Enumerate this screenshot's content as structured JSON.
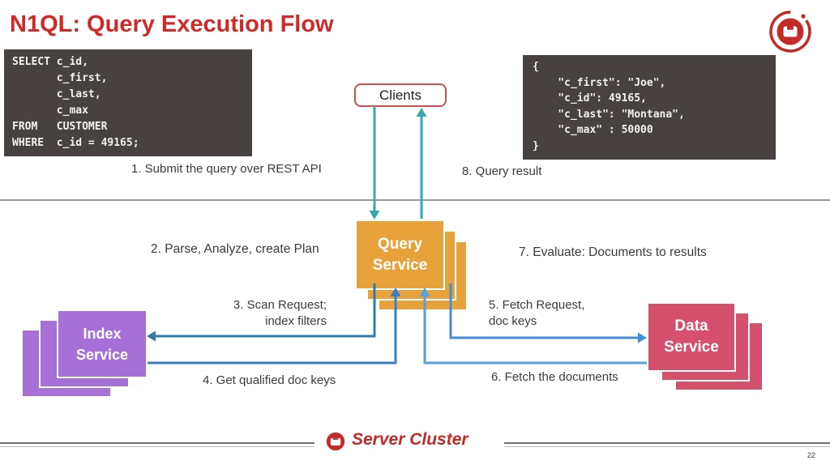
{
  "title": "N1QL: Query Execution Flow",
  "page_number": "22",
  "colors": {
    "title_red": "#ce2b28",
    "code_bg": "#474140",
    "code_text": "#f4f2f0",
    "clients_border": "#cd4f4f",
    "teal": "#3aa9ad",
    "query_orange": "#e8a23c",
    "index_purple": "#a770d6",
    "data_crimson": "#d5506c",
    "arrow3": "#2e7da8",
    "arrow4": "#3a7fc0",
    "arrow5": "#3f8ed9",
    "arrow6": "#57a2dc",
    "divider_gray": "#9a9a9a",
    "footer_red": "#c22a26",
    "logo_red": "#c32b28"
  },
  "code_sql": {
    "lines": [
      "SELECT c_id,",
      "       c_first,",
      "       c_last,",
      "       c_max",
      "FROM   CUSTOMER",
      "WHERE  c_id = 49165;"
    ]
  },
  "code_json": {
    "lines": [
      "{",
      "    \"c_first\": \"Joe\",",
      "    \"c_id\": 49165,",
      "    \"c_last\": \"Montana\",",
      "    \"c_max\" : 50000",
      "}"
    ]
  },
  "clients": {
    "label": "Clients"
  },
  "services": {
    "query": {
      "label": "Query Service"
    },
    "index": {
      "label": "Index Service"
    },
    "data": {
      "label": "Data Service"
    }
  },
  "steps": {
    "s1": "1. Submit the query over REST API",
    "s2": "2. Parse, Analyze, create Plan",
    "s3a": "3.  Scan Request;",
    "s3b": "index filters",
    "s4": "4. Get qualified doc keys",
    "s5a": "5. Fetch Request,",
    "s5b": "doc keys",
    "s6": "6. Fetch the documents",
    "s7": "7. Evaluate: Documents to results",
    "s8": "8. Query result"
  },
  "footer": {
    "label": "Server Cluster"
  },
  "icons": {
    "top_right": "couchbase-logo",
    "footer": "couchbase-logo"
  }
}
